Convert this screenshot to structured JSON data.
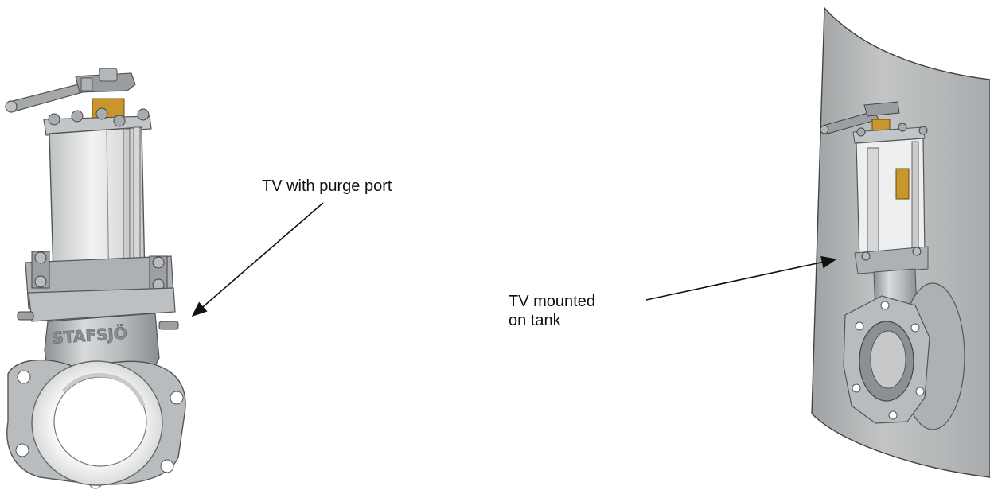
{
  "labels": {
    "purge_port": "TV with purge port",
    "tank_line1": "TV mounted",
    "tank_line2": "on tank"
  },
  "valve_branding": "STAFSJÖ",
  "colors": {
    "steel": "#b9bcbe",
    "steel_dark": "#7e8285",
    "steel_light": "#e6e8e9",
    "brass": "#c8962a",
    "tank_wall": "#b7b9bb",
    "seat_white": "#f2f2f0",
    "arrow": "#111111"
  },
  "icons": [
    "arrow-icon"
  ]
}
